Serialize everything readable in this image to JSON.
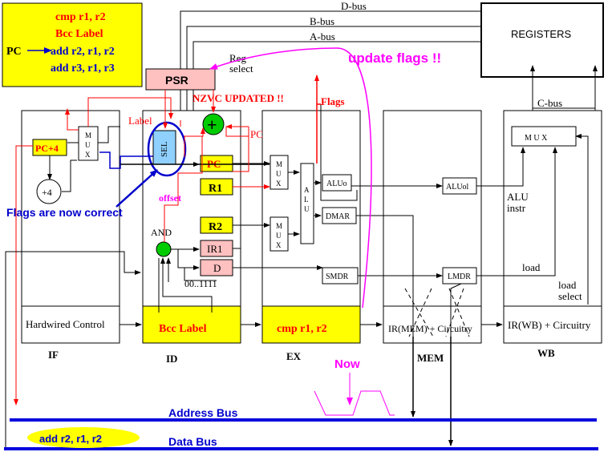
{
  "code_box": {
    "pc_label": "PC",
    "lines": [
      "cmp r1, r2",
      "Bcc Label",
      "add  r2, r1, r2",
      "add  r3, r1, r3"
    ]
  },
  "buses": {
    "d_bus": "D-bus",
    "b_bus": "B-bus",
    "a_bus": "A-bus",
    "c_bus": "C-bus",
    "address_bus": "Address Bus",
    "data_bus": "Data Bus"
  },
  "registers_label": "REGISTERS",
  "psr": {
    "label": "PSR",
    "reg_select": [
      "Reg",
      "select"
    ]
  },
  "annotations": {
    "update_flags": "update flags !!",
    "nzvc_updated": "NZVC UPDATED !!",
    "flags": "Flags",
    "label": "Label",
    "pc_red": "PC",
    "flags_correct": "Flags are now correct",
    "offset": "offset",
    "and_gate": "AND",
    "constant": "00..1111",
    "now": "Now"
  },
  "if_stage": {
    "pc4": "PC+4",
    "plus4": "+4",
    "mux": [
      "M",
      "U",
      "X"
    ],
    "control": "Hardwired Control",
    "name": "IF"
  },
  "id_stage": {
    "sel": "SEL",
    "adder": "+",
    "pc": "PC",
    "r1": "R1",
    "r2": "R2",
    "ir1": "IR1",
    "d": "D",
    "instr": "Bcc Label",
    "name": "ID"
  },
  "ex_stage": {
    "mux": [
      "M",
      "U",
      "X"
    ],
    "alu": [
      "A",
      "L",
      "U"
    ],
    "aluo": "ALUo",
    "dmar": "DMAR",
    "smdr": "SMDR",
    "instr": "cmp r1, r2",
    "name": "EX"
  },
  "mem_stage": {
    "aluol": "ALUol",
    "lmdr": "LMDR",
    "control": "IR(MEM) + Circuitry",
    "name": "MEM"
  },
  "wb_stage": {
    "mux": "M U X",
    "alu_instr": [
      "ALU",
      "instr"
    ],
    "load": "load",
    "load_select": [
      "load",
      "select"
    ],
    "control": "IR(WB) + Circuitry",
    "name": "WB"
  },
  "data_bus_instr": "add  r2, r1, r2",
  "colors": {
    "yellow": "#ffff00",
    "pink": "#ffc0c0",
    "red": "#ff0000",
    "blue": "#0000cc",
    "magenta": "#ff00ff",
    "green": "#00cc00",
    "sel_fill": "#8fd0ff",
    "bus_blue": "#0000dd"
  }
}
